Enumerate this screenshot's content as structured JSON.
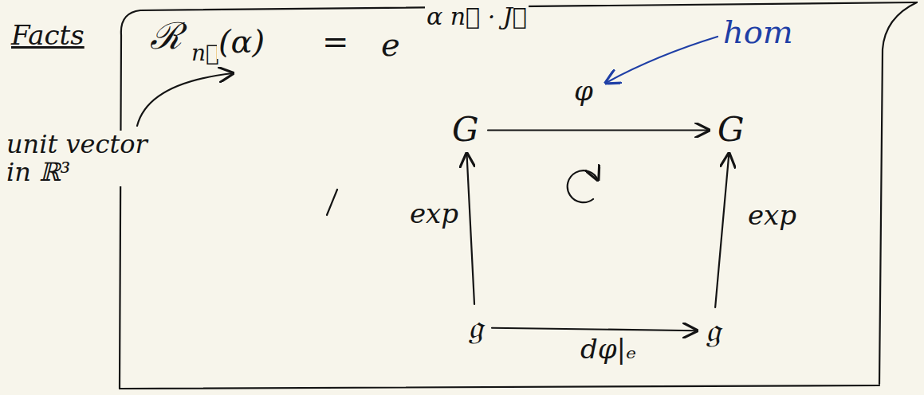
{
  "diagram": {
    "title": "Facts",
    "nodes": [
      {
        "text": [
          "G"
        ]
      },
      {
        "text": [
          "G"
        ]
      },
      {
        "text": [
          "𝔤"
        ]
      },
      {
        "text": [
          "𝔤"
        ]
      }
    ],
    "edges": [
      {
        "from": 0,
        "to": 1,
        "label": "φ",
        "arrow": "to"
      },
      {
        "from": 2,
        "to": 0,
        "label": "exp",
        "arrow": "to"
      },
      {
        "from": 3,
        "to": 1,
        "label": "exp",
        "arrow": "to"
      },
      {
        "from": 2,
        "to": 3,
        "label": "dφ|ₑ",
        "arrow": "to"
      }
    ],
    "labels": [
      "ℛ",
      "n⃗",
      "(α)",
      "=",
      "e",
      "α n⃗ · J⃗",
      "unit vector in ℝ³",
      "hom"
    ]
  }
}
